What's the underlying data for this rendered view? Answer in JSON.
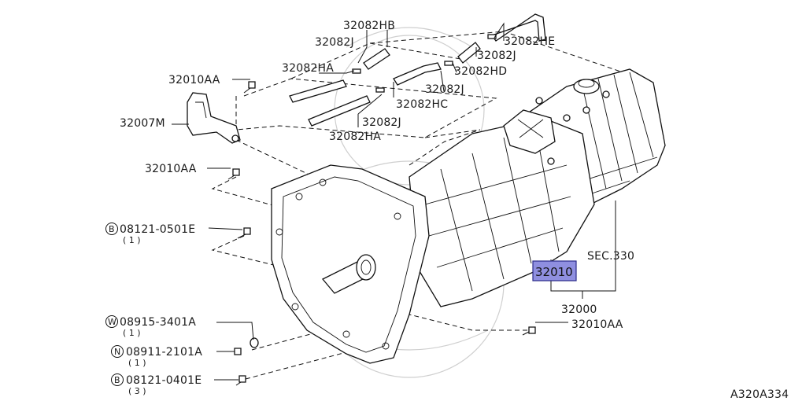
{
  "diagram_code": "A320A334",
  "highlight": {
    "part": "32010",
    "fill": "#8f8fe0"
  },
  "labels": {
    "hb": "32082HB",
    "j_top": "32082J",
    "ha_top": "32082HA",
    "he": "32082HE",
    "j_right_top": "32082J",
    "hd": "32082HD",
    "j_mid": "32082J",
    "hc": "32082HC",
    "j_lower": "32082J",
    "ha_lower": "32082HA",
    "aa_top": "32010AA",
    "m": "32007M",
    "aa_mid": "32010AA",
    "sec": "SEC.330",
    "total": "32000",
    "aa_right": "32010AA"
  },
  "fasteners": [
    {
      "prefix": "B",
      "code": "08121-0501E",
      "qty": "( 1 )"
    },
    {
      "prefix": "W",
      "code": "08915-3401A",
      "qty": "( 1 )"
    },
    {
      "prefix": "N",
      "code": "08911-2101A",
      "qty": "( 1 )"
    },
    {
      "prefix": "B",
      "code": "08121-0401E",
      "qty": "( 3 )"
    }
  ]
}
